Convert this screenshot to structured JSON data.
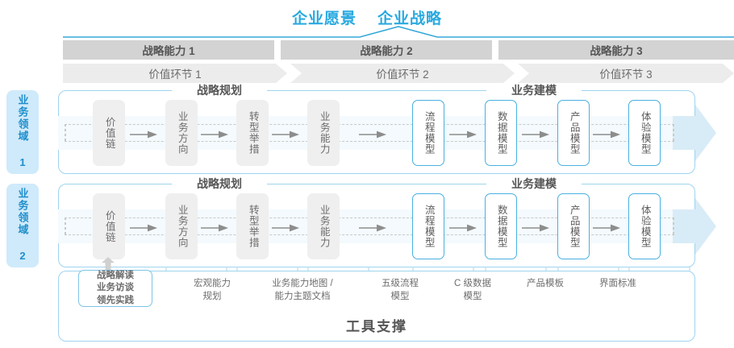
{
  "header": {
    "vision": "企业愿景",
    "strategy": "企业战略"
  },
  "capabilities": [
    {
      "label": "战略能力 1"
    },
    {
      "label": "战略能力 2"
    },
    {
      "label": "战略能力 3"
    }
  ],
  "value_chain": [
    {
      "label": "价值环节 1"
    },
    {
      "label": "价值环节 2"
    },
    {
      "label": "价值环节 3"
    }
  ],
  "domains": [
    {
      "tag": "业务领域 1"
    },
    {
      "tag": "业务领域 2"
    }
  ],
  "sections": {
    "planning": "战略规划",
    "modeling": "业务建模"
  },
  "nodes": {
    "planning": [
      {
        "label": "价值链"
      },
      {
        "label": "业务方向"
      },
      {
        "label": "转型举措"
      },
      {
        "label": "业务能力"
      }
    ],
    "modeling": [
      {
        "label": "流程模型"
      },
      {
        "label": "数据模型"
      },
      {
        "label": "产品模型"
      },
      {
        "label": "体验模型"
      }
    ]
  },
  "tools": {
    "title": "工具支撑",
    "first_box": "战略解读\n业务访谈\n领先实践",
    "first_box_lines": [
      "战略解读",
      "业务访谈",
      "领先实践"
    ],
    "items": [
      {
        "lines": [
          "宏观能力",
          "规划"
        ]
      },
      {
        "lines": [
          "业务能力地图 /",
          "能力主题文档"
        ]
      },
      {
        "lines": [
          "五级流程",
          "模型"
        ]
      },
      {
        "lines": [
          "C 级数据",
          "模型"
        ]
      },
      {
        "lines": [
          "产品模板"
        ]
      },
      {
        "lines": [
          "界面标准"
        ]
      }
    ]
  },
  "colors": {
    "accent_blue": "#29a9e0",
    "tag_bg": "#cfeafb",
    "bar_gray": "#d3d3d3",
    "band_gray": "#ececec",
    "node_gray": "#efefef",
    "node_blue_border": "#49b0e0",
    "band_bg": "#f4fafd",
    "band_arrow": "#d8ecf7"
  }
}
